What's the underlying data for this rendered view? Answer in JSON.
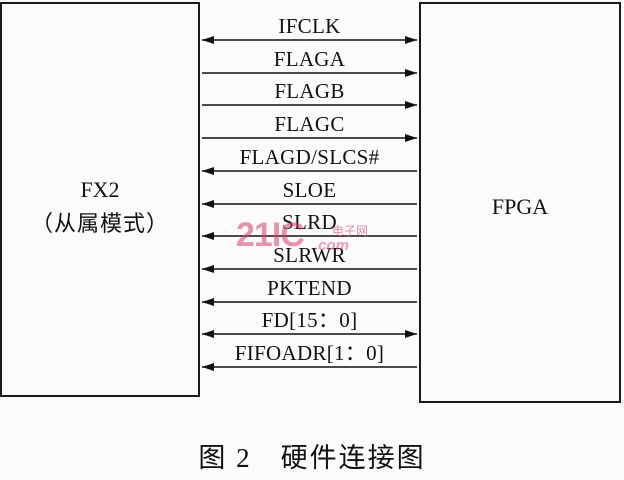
{
  "left_block": {
    "name": "FX2",
    "mode": "（从属模式）"
  },
  "right_block": {
    "name": "FPGA"
  },
  "signals": [
    {
      "label": "IFCLK",
      "direction": "both"
    },
    {
      "label": "FLAGA",
      "direction": "to_fpga"
    },
    {
      "label": "FLAGB",
      "direction": "to_fpga"
    },
    {
      "label": "FLAGC",
      "direction": "to_fpga"
    },
    {
      "label": "FLAGD/SLCS#",
      "direction": "to_fx2"
    },
    {
      "label": "SLOE",
      "direction": "to_fx2"
    },
    {
      "label": "SLRD",
      "direction": "to_fx2"
    },
    {
      "label": "SLRWR",
      "direction": "to_fx2"
    },
    {
      "label": "PKTEND",
      "direction": "to_fx2"
    },
    {
      "label": "FD[15：0]",
      "direction": "both"
    },
    {
      "label": "FIFOADR[1：0]",
      "direction": "to_fx2"
    }
  ],
  "watermark": {
    "number": "21IC",
    "cn": "电子网",
    "domain": ".com"
  },
  "caption": "图 2　硬件连接图"
}
